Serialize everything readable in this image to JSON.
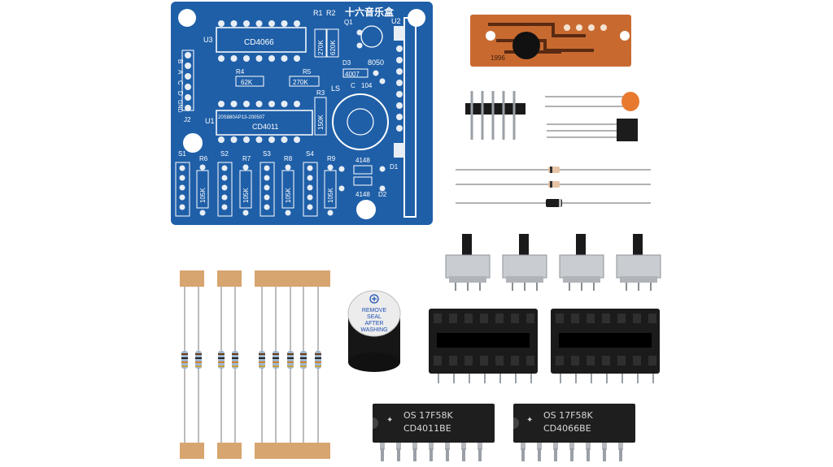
{
  "pcb": {
    "title": "十六音乐盒",
    "labels": {
      "u1": "U1",
      "u2": "U2",
      "u3": "U3",
      "r1": "R1",
      "r2": "R2",
      "r3": "R3",
      "r4": "R4",
      "r5": "R5",
      "r6": "R6",
      "r7": "R7",
      "r8": "R8",
      "r9": "R9",
      "q1": "Q1",
      "d1": "D1",
      "d2": "D2",
      "d3": "D3",
      "c": "C",
      "ls": "LS",
      "j2": "J2",
      "s1": "S1",
      "s2": "S2",
      "s3": "S3",
      "s4": "S4",
      "pin_b": "B",
      "pin_a": "A",
      "pin_c": "C",
      "pin_d": "D",
      "pin_gnd": "GND",
      "chip_top": "CD4066",
      "chip_bottom": "CD4011",
      "chip_code": "20S880AP13-200507",
      "v270k": "270K",
      "v620k": "620K",
      "v62k": "62K",
      "v270k_b": "270K",
      "v150k": "150K",
      "v105k_1": "105K",
      "v105k_2": "105K",
      "v105k_3": "105K",
      "v105k_4": "105K",
      "t4007": "4007",
      "t104": "104",
      "t8050": "8050",
      "t4148_a": "4148",
      "t4148_b": "4148"
    }
  },
  "music_module": {
    "label": "1996"
  },
  "buzzer": {
    "sticker": [
      "REMOVE",
      "SEAL",
      "AFTER",
      "WASHING"
    ]
  },
  "ic_left": {
    "line1": "OS 17F58K",
    "line2": "CD4011BE"
  },
  "ic_right": {
    "line1": "OS 17F58K",
    "line2": "CD4066BE"
  },
  "colors": {
    "pcb": "#1f5fa8",
    "silk": "#ffffff",
    "pad": "#e8eef5",
    "copper_board": "#c86a30",
    "ic_body": "#1e1e1e",
    "resistor_body": "#9fb7d0",
    "tape": "#d7a56f",
    "switch_body": "#c9ccd0"
  }
}
